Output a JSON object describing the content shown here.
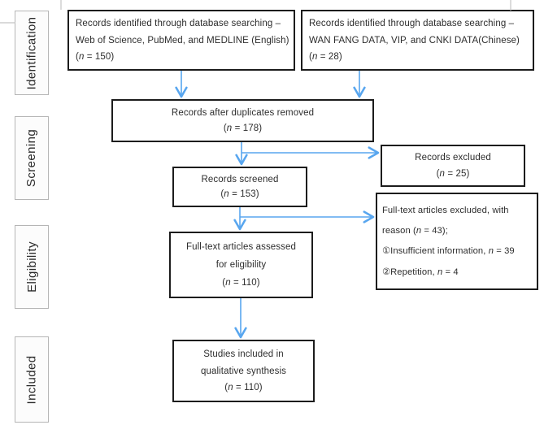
{
  "stages": [
    {
      "label": "Identification"
    },
    {
      "label": "Screening"
    },
    {
      "label": "Eligibility"
    },
    {
      "label": "Included"
    }
  ],
  "boxes": {
    "english_search": {
      "lines": [
        "Records identified through database searching –",
        "Web of Science, PubMed, and MEDLINE (English)",
        "(n = 150)"
      ]
    },
    "chinese_search": {
      "lines": [
        "Records identified through database searching –",
        "WAN FANG DATA, VIP, and CNKI DATA(Chinese)",
        "(n = 28)"
      ]
    },
    "duplicates_removed": {
      "lines": [
        "Records after duplicates removed",
        "(n = 178)"
      ]
    },
    "records_screened": {
      "lines": [
        "Records screened",
        "(n = 153)"
      ]
    },
    "records_excluded": {
      "lines": [
        "Records excluded",
        "(n = 25)"
      ]
    },
    "fulltext_excluded": {
      "lines": [
        "Full-text articles excluded, with",
        "reason (n = 43);",
        "①Insufficient information, n = 39",
        "②Repetition, n = 4"
      ]
    },
    "fulltext_assessed": {
      "lines": [
        "Full-text articles assessed",
        "for eligibility",
        "(n = 110)"
      ]
    },
    "studies_included": {
      "lines": [
        "Studies included in",
        "qualitative synthesis",
        "(n = 110)"
      ]
    }
  },
  "colors": {
    "arrow": "#58a6ef",
    "box_border": "#1c1c1c",
    "stage_border": "#b5b5b5",
    "text": "#2d2d2d"
  }
}
